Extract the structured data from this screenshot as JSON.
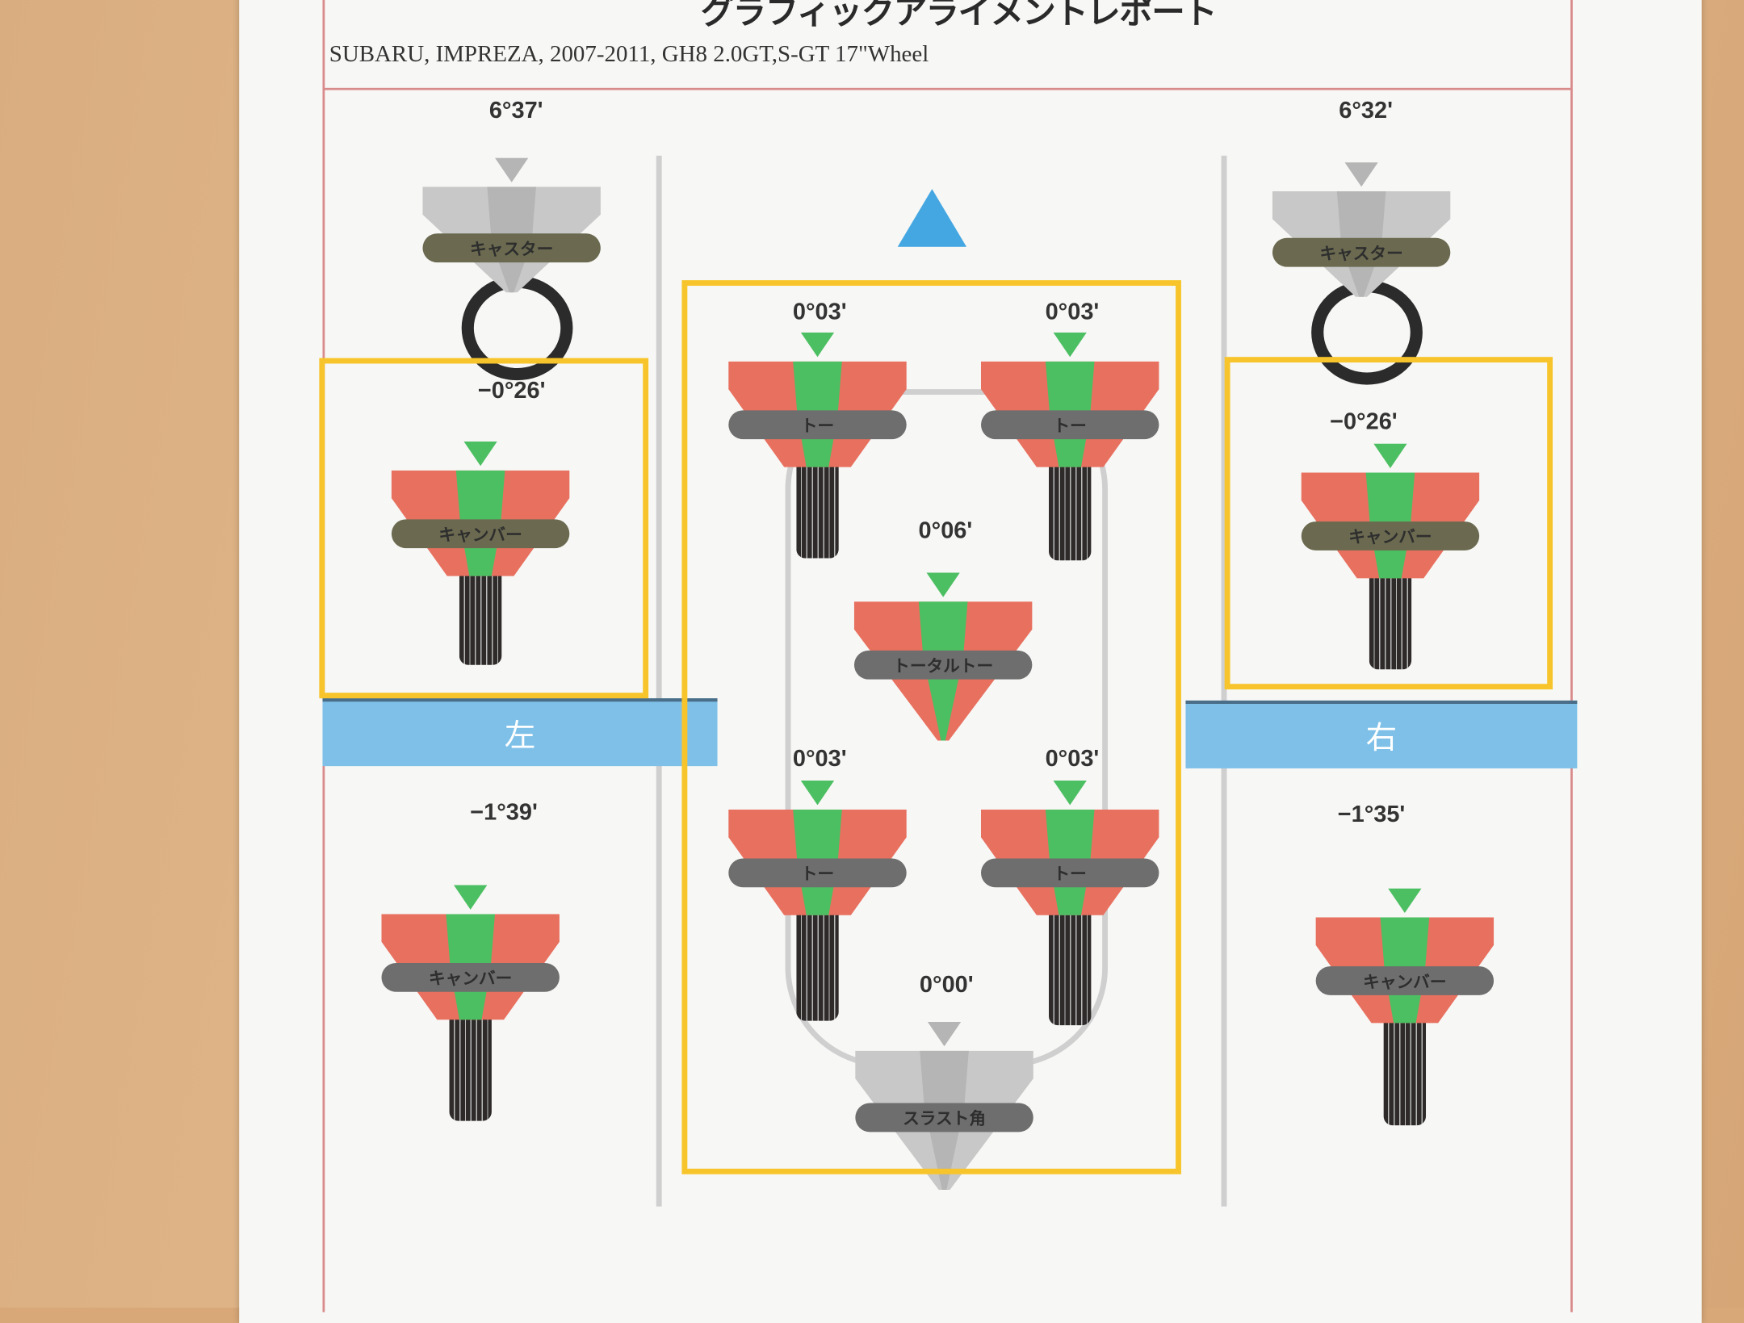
{
  "header": {
    "title": "グラフィックアライメントレポート",
    "vehicle": "SUBARU, IMPREZA, 2007-2011, GH8 2.0GT,S-GT 17\"Wheel"
  },
  "sides": {
    "left": "左",
    "right": "右"
  },
  "colors": {
    "red": "#e8705f",
    "green": "#4cbf62",
    "olive": "#6b6a50",
    "gray": "#6e6e6e",
    "blue": "#44a7e2",
    "highlight": "#f7c52b"
  },
  "gauges": [
    {
      "id": "caster-left",
      "label": "キャスター",
      "value": "6°37'"
    },
    {
      "id": "caster-right",
      "label": "キャスター",
      "value": "6°32'"
    },
    {
      "id": "camber-front-left",
      "label": "キャンバー",
      "value": "−0°26'"
    },
    {
      "id": "camber-front-right",
      "label": "キャンバー",
      "value": "−0°26'"
    },
    {
      "id": "toe-front-left",
      "label": "トー",
      "value": "0°03'"
    },
    {
      "id": "toe-front-right",
      "label": "トー",
      "value": "0°03'"
    },
    {
      "id": "total-toe",
      "label": "トータルトー",
      "value": "0°06'"
    },
    {
      "id": "toe-rear-left",
      "label": "トー",
      "value": "0°03'"
    },
    {
      "id": "toe-rear-right",
      "label": "トー",
      "value": "0°03'"
    },
    {
      "id": "thrust-angle",
      "label": "スラスト角",
      "value": "0°00'"
    },
    {
      "id": "camber-rear-left",
      "label": "キャンバー",
      "value": "−1°39'"
    },
    {
      "id": "camber-rear-right",
      "label": "キャンバー",
      "value": "−1°35'"
    }
  ]
}
